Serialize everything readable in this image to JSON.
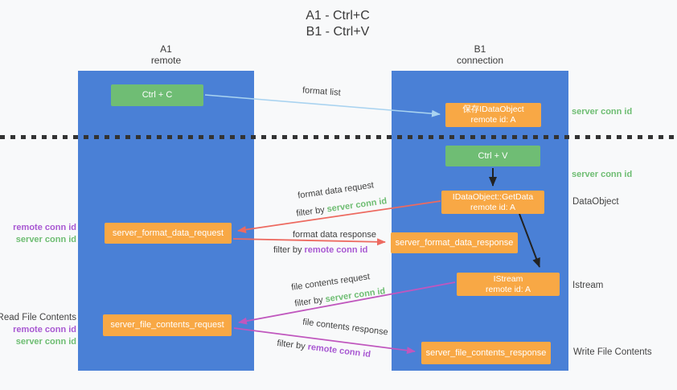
{
  "title": {
    "line1": "A1 - Ctrl+C",
    "line2": "B1 - Ctrl+V"
  },
  "lanes": {
    "left": {
      "title": "A1",
      "subtitle": "remote"
    },
    "right": {
      "title": "B1",
      "subtitle": "connection"
    }
  },
  "nodes": {
    "ctrl_c": {
      "label": "Ctrl + C"
    },
    "save_dataobject": {
      "line1": "保存IDataObject",
      "line2": "remote id: A"
    },
    "ctrl_v": {
      "label": "Ctrl + V"
    },
    "getdata": {
      "line1": "IDataObject::GetData",
      "line2": "remote id: A"
    },
    "format_request": {
      "label": "server_format_data_request"
    },
    "format_response": {
      "label": "server_format_data_response"
    },
    "istream": {
      "line1": "IStream",
      "line2": "remote id: A"
    },
    "file_request": {
      "label": "server_file_contents_request"
    },
    "file_response": {
      "label": "server_file_contents_response"
    }
  },
  "edge_labels": {
    "format_list": "format list",
    "format_data_request": "format data request",
    "format_data_response": "format data response",
    "file_contents_request": "file contents request",
    "file_contents_response": "file contents response",
    "filter_by": "filter by",
    "server_conn_id": "server conn id",
    "remote_conn_id": "remote conn id"
  },
  "annotations": {
    "right": {
      "server_conn_id_top": "server conn id",
      "server_conn_id_mid": "server conn id",
      "dataobject": "DataObject",
      "istream": "Istream",
      "write_file_contents": "Write File Contents"
    },
    "left": {
      "remote_conn_id_top": "remote conn id",
      "server_conn_id_top": "server conn id",
      "read_file_contents": "Read File Contents",
      "remote_conn_id_bottom": "remote conn id",
      "server_conn_id_bottom": "server conn id"
    }
  },
  "colors": {
    "lane_blue": "#4a80d6",
    "node_green": "#6fbd74",
    "node_orange": "#f8a845",
    "green_label": "#6ebd72",
    "purple_label": "#a858d2",
    "arrow_lightblue": "#a9d3f0",
    "arrow_red": "#ed6a60",
    "arrow_magenta": "#c057be",
    "arrow_black": "#222222"
  }
}
